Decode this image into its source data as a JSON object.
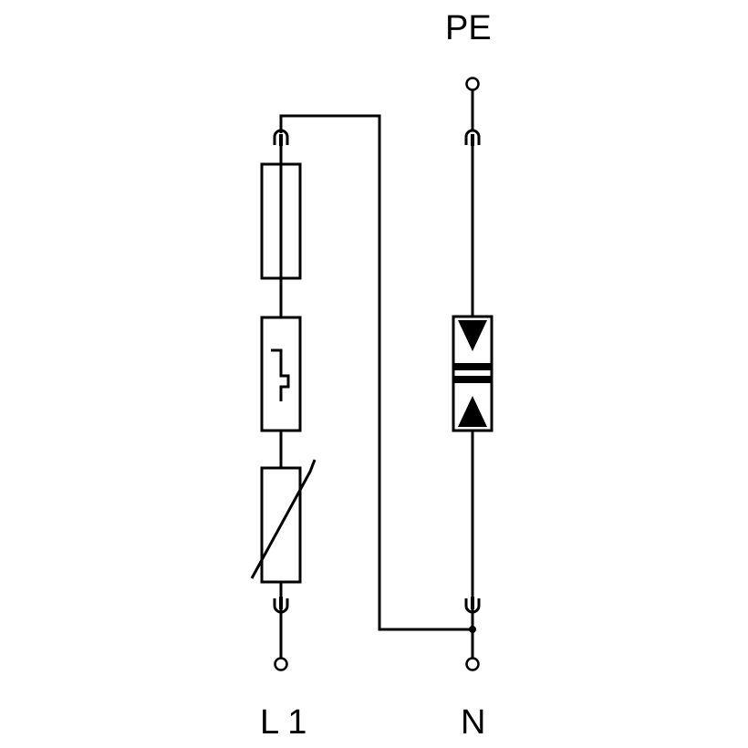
{
  "labels": {
    "pe": "PE",
    "l1": "L 1",
    "n": "N"
  },
  "colors": {
    "stroke": "#000000",
    "background": "#ffffff"
  }
}
